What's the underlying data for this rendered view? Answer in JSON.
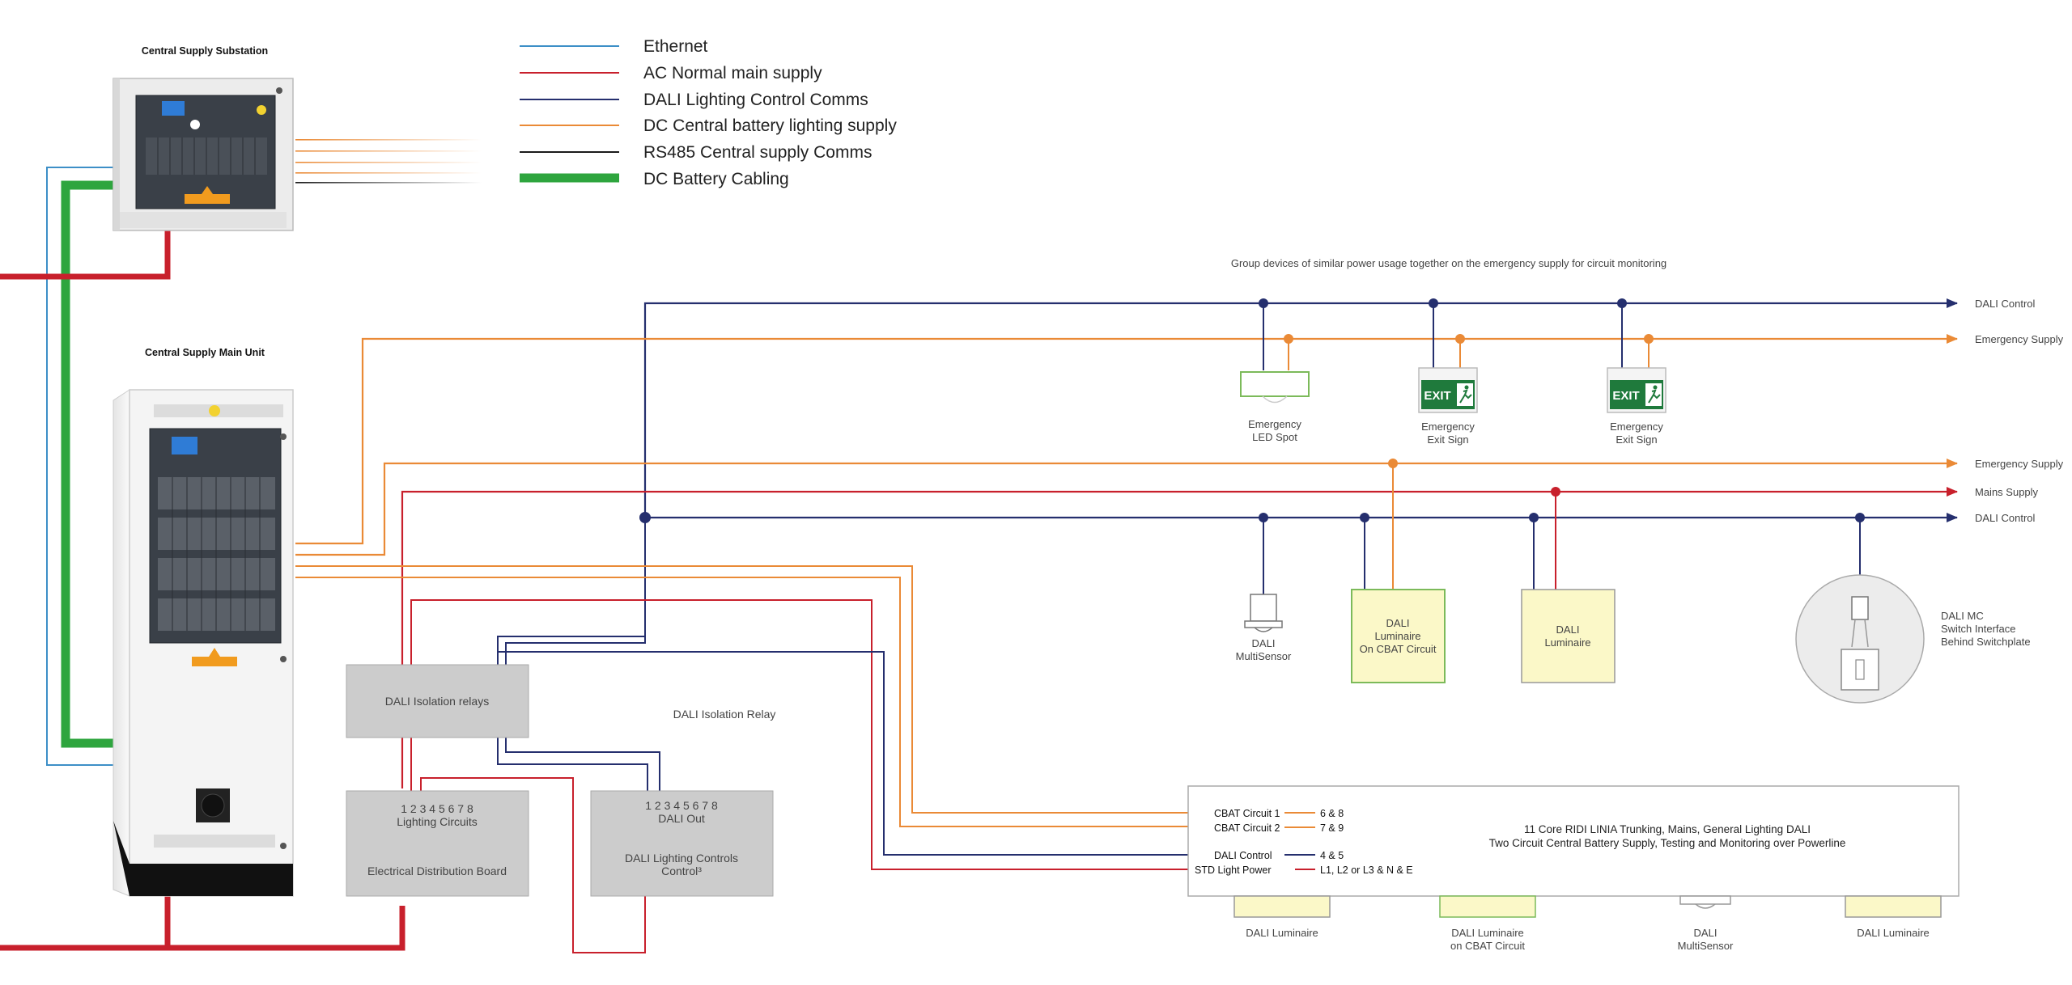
{
  "legend": {
    "items": [
      {
        "label": "Ethernet",
        "color": "#3d8fc7"
      },
      {
        "label": "AC Normal main supply",
        "color": "#c8202c"
      },
      {
        "label": "DALI Lighting Control Comms",
        "color": "#252f6e"
      },
      {
        "label": "DC Central battery lighting supply",
        "color": "#ea8a36"
      },
      {
        "label": "RS485 Central supply Comms",
        "color": "#1a1a1a"
      },
      {
        "label": "DC Battery Cabling",
        "color": "#2ea53e"
      }
    ]
  },
  "units": {
    "substation_title": "Central Supply Substation",
    "main_unit_title": "Central Supply Main Unit"
  },
  "note": "Group devices of similar power usage together on the emergency supply for circuit monitoring",
  "buses": {
    "dali_control_top": "DALI Control",
    "emergency_supply_top": "Emergency Supply",
    "emergency_supply_mid": "Emergency Supply",
    "mains_supply": "Mains Supply",
    "dali_control_mid": "DALI Control"
  },
  "devices": {
    "led_spot": {
      "line1": "Emergency",
      "line2": "LED Spot"
    },
    "exit_sign_1": {
      "line1": "Emergency",
      "line2": "Exit Sign",
      "sign_text": "EXIT"
    },
    "exit_sign_2": {
      "line1": "Emergency",
      "line2": "Exit Sign",
      "sign_text": "EXIT"
    },
    "multisensor": {
      "line1": "DALI",
      "line2": "MultiSensor"
    },
    "luminaire_cbat": {
      "line1": "DALI",
      "line2": "Luminaire",
      "line3": "On CBAT Circuit"
    },
    "luminaire": {
      "line1": "DALI",
      "line2": "Luminaire"
    },
    "dali_mc": {
      "line1": "DALI MC",
      "line2": "Switch Interface",
      "line3": "Behind Switchplate"
    }
  },
  "boxes": {
    "isolation_relays": "DALI Isolation relays",
    "isolation_relay_label": "DALI Isolation Relay",
    "distribution_board": {
      "numbers": "1 2 3 4 5 6 7 8",
      "subtitle": "Lighting Circuits",
      "title": "Electrical Distribution Board"
    },
    "controls": {
      "numbers": "1 2 3 4 5 6 7 8",
      "subtitle": "DALI Out",
      "line1": "DALI Lighting Controls",
      "line2": "Control³"
    }
  },
  "trunking": {
    "rows": [
      {
        "label": "CBAT Circuit 1",
        "value": "6 & 8",
        "color": "#ea8a36"
      },
      {
        "label": "CBAT Circuit 2",
        "value": "7 & 9",
        "color": "#ea8a36"
      },
      {
        "label": "DALI Control",
        "value": "4 & 5",
        "color": "#252f6e"
      },
      {
        "label": "STD Light Power",
        "value": "L1, L2 or L3 & N & E",
        "color": "#c8202c"
      }
    ],
    "desc_line1": "11 Core RIDI LINIA Trunking, Mains, General Lighting DALI",
    "desc_line2": "Two Circuit Central Battery Supply, Testing and Monitoring over Powerline"
  },
  "bottom_devices": {
    "luminaire_1": {
      "line1": "DALI Luminaire"
    },
    "luminaire_cbat": {
      "line1": "DALI Luminaire",
      "line2": "on CBAT Circuit"
    },
    "multisensor": {
      "line1": "DALI",
      "line2": "MultiSensor"
    },
    "luminaire_2": {
      "line1": "DALI Luminaire"
    }
  },
  "colors": {
    "ethernet": "#3d8fc7",
    "ac": "#c8202c",
    "dali": "#252f6e",
    "dc": "#ea8a36",
    "rs485": "#1a1a1a",
    "battery": "#2ea53e",
    "luminaire_fill": "#fbf8c8",
    "luminaire_border": "#7cba5a",
    "exit_green": "#1f7a3c",
    "grey_box": "#cccccc"
  }
}
